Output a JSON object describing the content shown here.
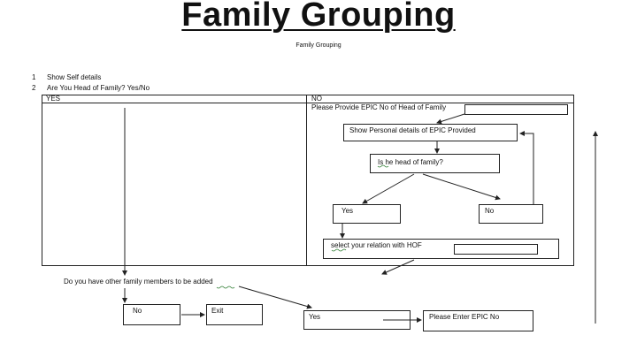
{
  "title": "Family Grouping",
  "subtitle": "Family Grouping",
  "steps": [
    {
      "num": "1",
      "text": "Show Self details"
    },
    {
      "num": "2",
      "text": "Are You Head of Family? Yes/No"
    }
  ],
  "columns": {
    "yes": "YES",
    "no": "NO"
  },
  "no_branch": {
    "provide_epic": "Please Provide EPIC No of Head of Family",
    "show_personal": "Show Personal details of EPIC Provided",
    "is_hof_question": "Is he head of family?",
    "yes": "Yes",
    "no": "No",
    "select_relation": "select your relation with HOF"
  },
  "bottom": {
    "question": "Do you have other family members to be added",
    "no": "No",
    "exit": "Exit",
    "yes": "Yes",
    "enter_epic": "Please Enter EPIC No"
  }
}
